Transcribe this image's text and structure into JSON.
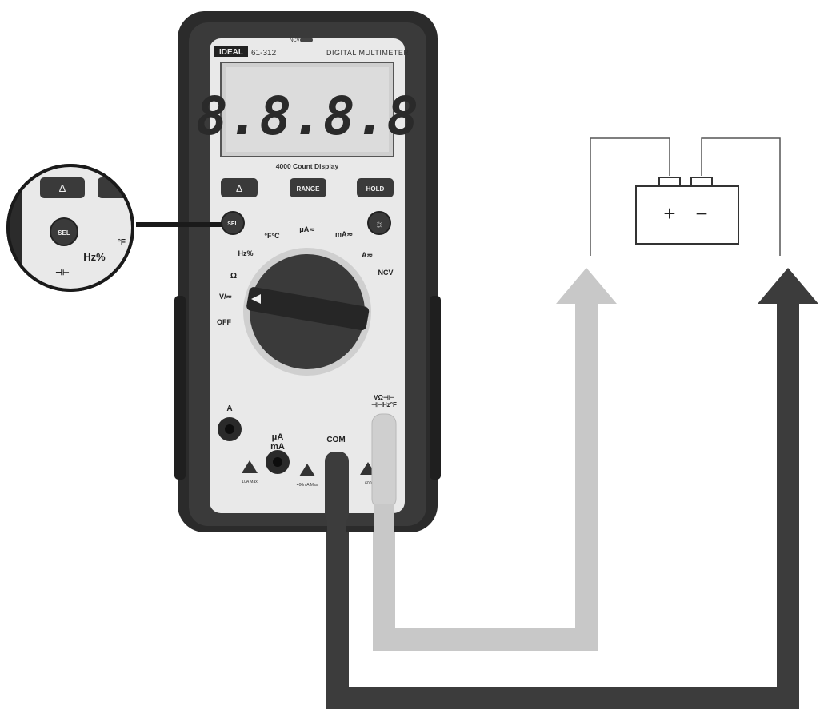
{
  "meter": {
    "brand": "IDEAL",
    "model": "61-312",
    "product": "DIGITAL MULTIMETER",
    "display_reading": "8.8.8.8",
    "count_label": "4000 Count Display",
    "top_indicator": "NCV",
    "buttons": {
      "delta": "Δ",
      "range": "RANGE",
      "hold": "HOLD",
      "sel": "SEL",
      "light": "☼"
    },
    "dial_labels": {
      "off": "OFF",
      "volts": "V/≂",
      "ohms": "Ω",
      "hz": "Hz%",
      "temp": "°F°C",
      "ua": "μA≂",
      "ma": "mA≂",
      "amps": "A≂",
      "ncv": "NCV"
    },
    "jacks": {
      "amps": "A",
      "ua_ma": "μA\nmA",
      "com": "COM",
      "volts": "VΩ⊣⊢\n⊣⊢Hz°F"
    },
    "warnings": {
      "left": "10A Max",
      "center": "400mA Max",
      "right": "600V"
    }
  },
  "inset": {
    "delta": "Δ",
    "sel": "SEL",
    "hz": "Hz%",
    "temp_f": "°F",
    "diode": "⊣⊢"
  },
  "battery": {
    "plus": "+",
    "minus": "−"
  },
  "colors": {
    "meter_body": "#2b2b2b",
    "panel": "#e9e9e9",
    "dial": "#3a3a3a",
    "lead_light": "#c8c8c8",
    "lead_dark": "#3c3c3c"
  }
}
